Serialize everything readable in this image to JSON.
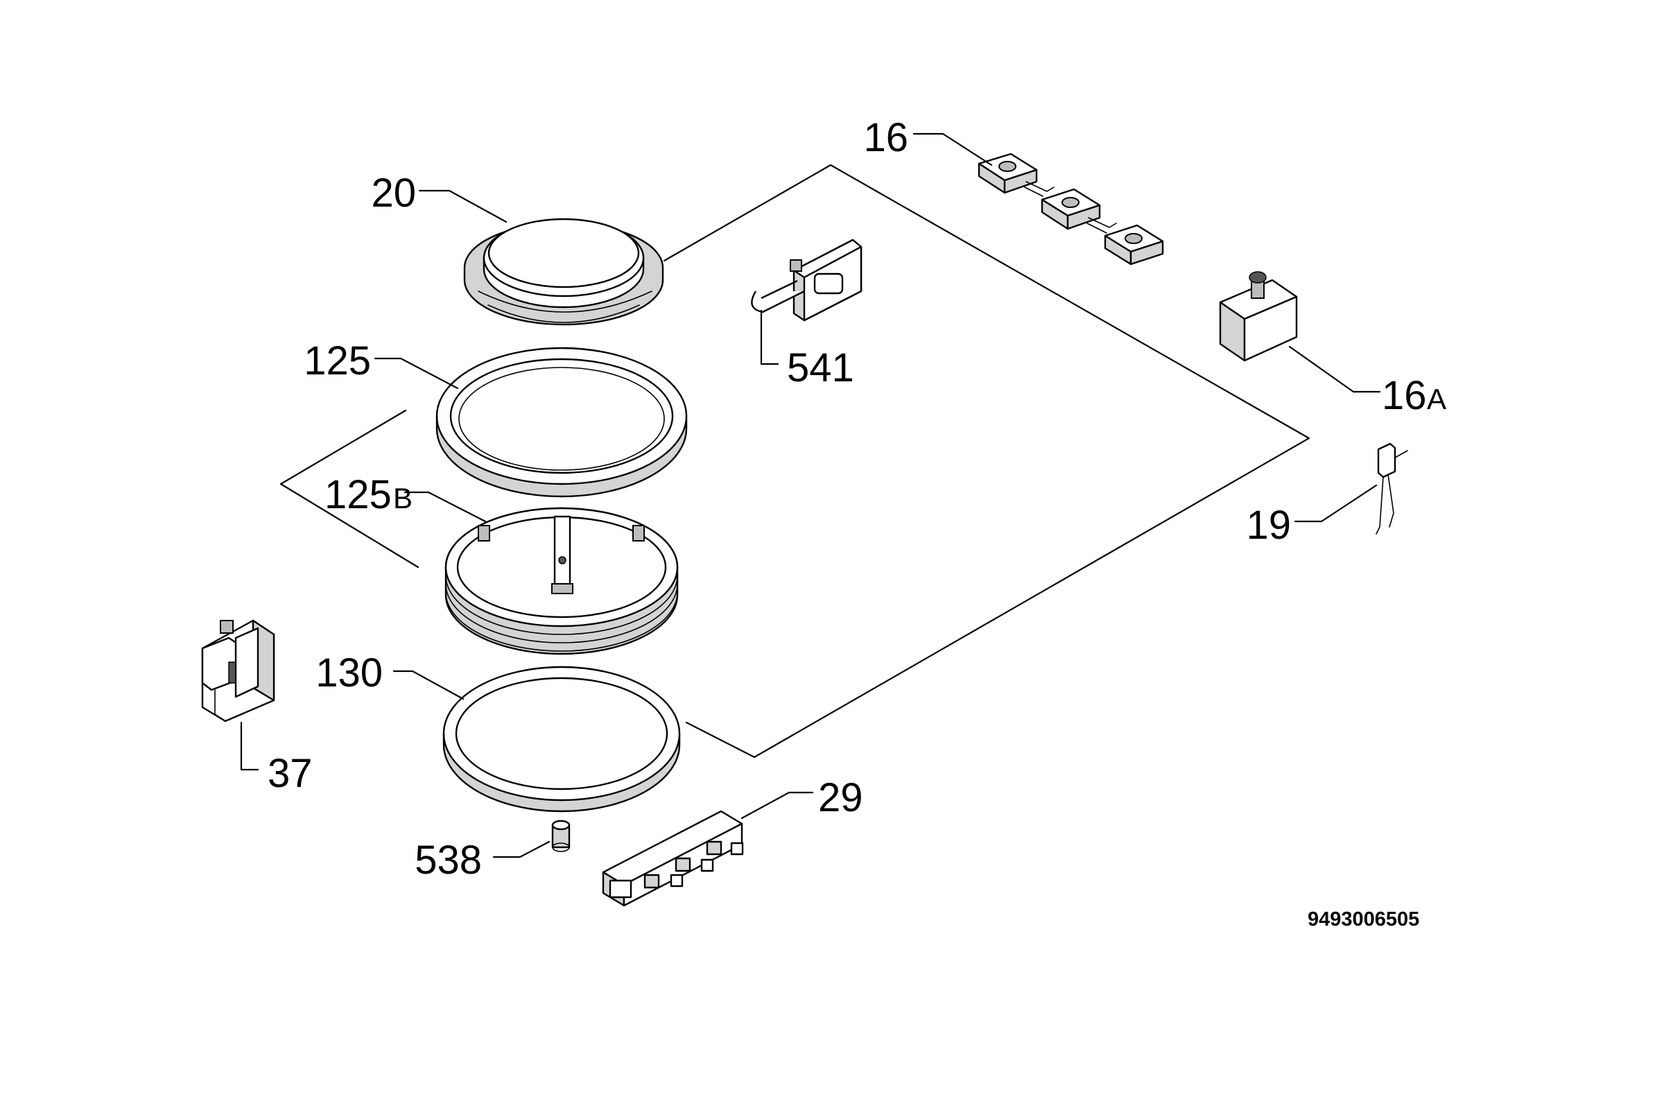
{
  "diagram": {
    "drawing_number": "9493006505",
    "callouts": [
      {
        "id": "lbl-16",
        "text": "16",
        "suffix": ""
      },
      {
        "id": "lbl-20",
        "text": "20",
        "suffix": ""
      },
      {
        "id": "lbl-541",
        "text": "541",
        "suffix": ""
      },
      {
        "id": "lbl-125",
        "text": "125",
        "suffix": ""
      },
      {
        "id": "lbl-16a",
        "text": "16",
        "suffix": "A"
      },
      {
        "id": "lbl-125b",
        "text": "125",
        "suffix": "B"
      },
      {
        "id": "lbl-19",
        "text": "19",
        "suffix": ""
      },
      {
        "id": "lbl-130",
        "text": "130",
        "suffix": ""
      },
      {
        "id": "lbl-37",
        "text": "37",
        "suffix": ""
      },
      {
        "id": "lbl-29",
        "text": "29",
        "suffix": ""
      },
      {
        "id": "lbl-538",
        "text": "538",
        "suffix": ""
      }
    ]
  }
}
